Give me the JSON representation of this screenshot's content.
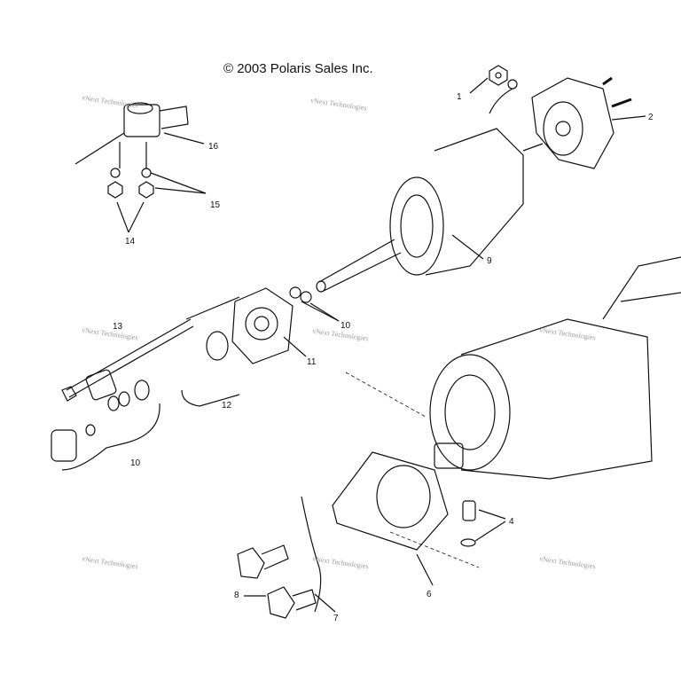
{
  "copyright": "© 2003 Polaris Sales Inc.",
  "watermark": "vNext Technologies",
  "callouts": [
    "1",
    "2",
    "9",
    "16",
    "15",
    "14",
    "13",
    "10",
    "11",
    "12",
    "10",
    "4",
    "6",
    "7",
    "8"
  ]
}
